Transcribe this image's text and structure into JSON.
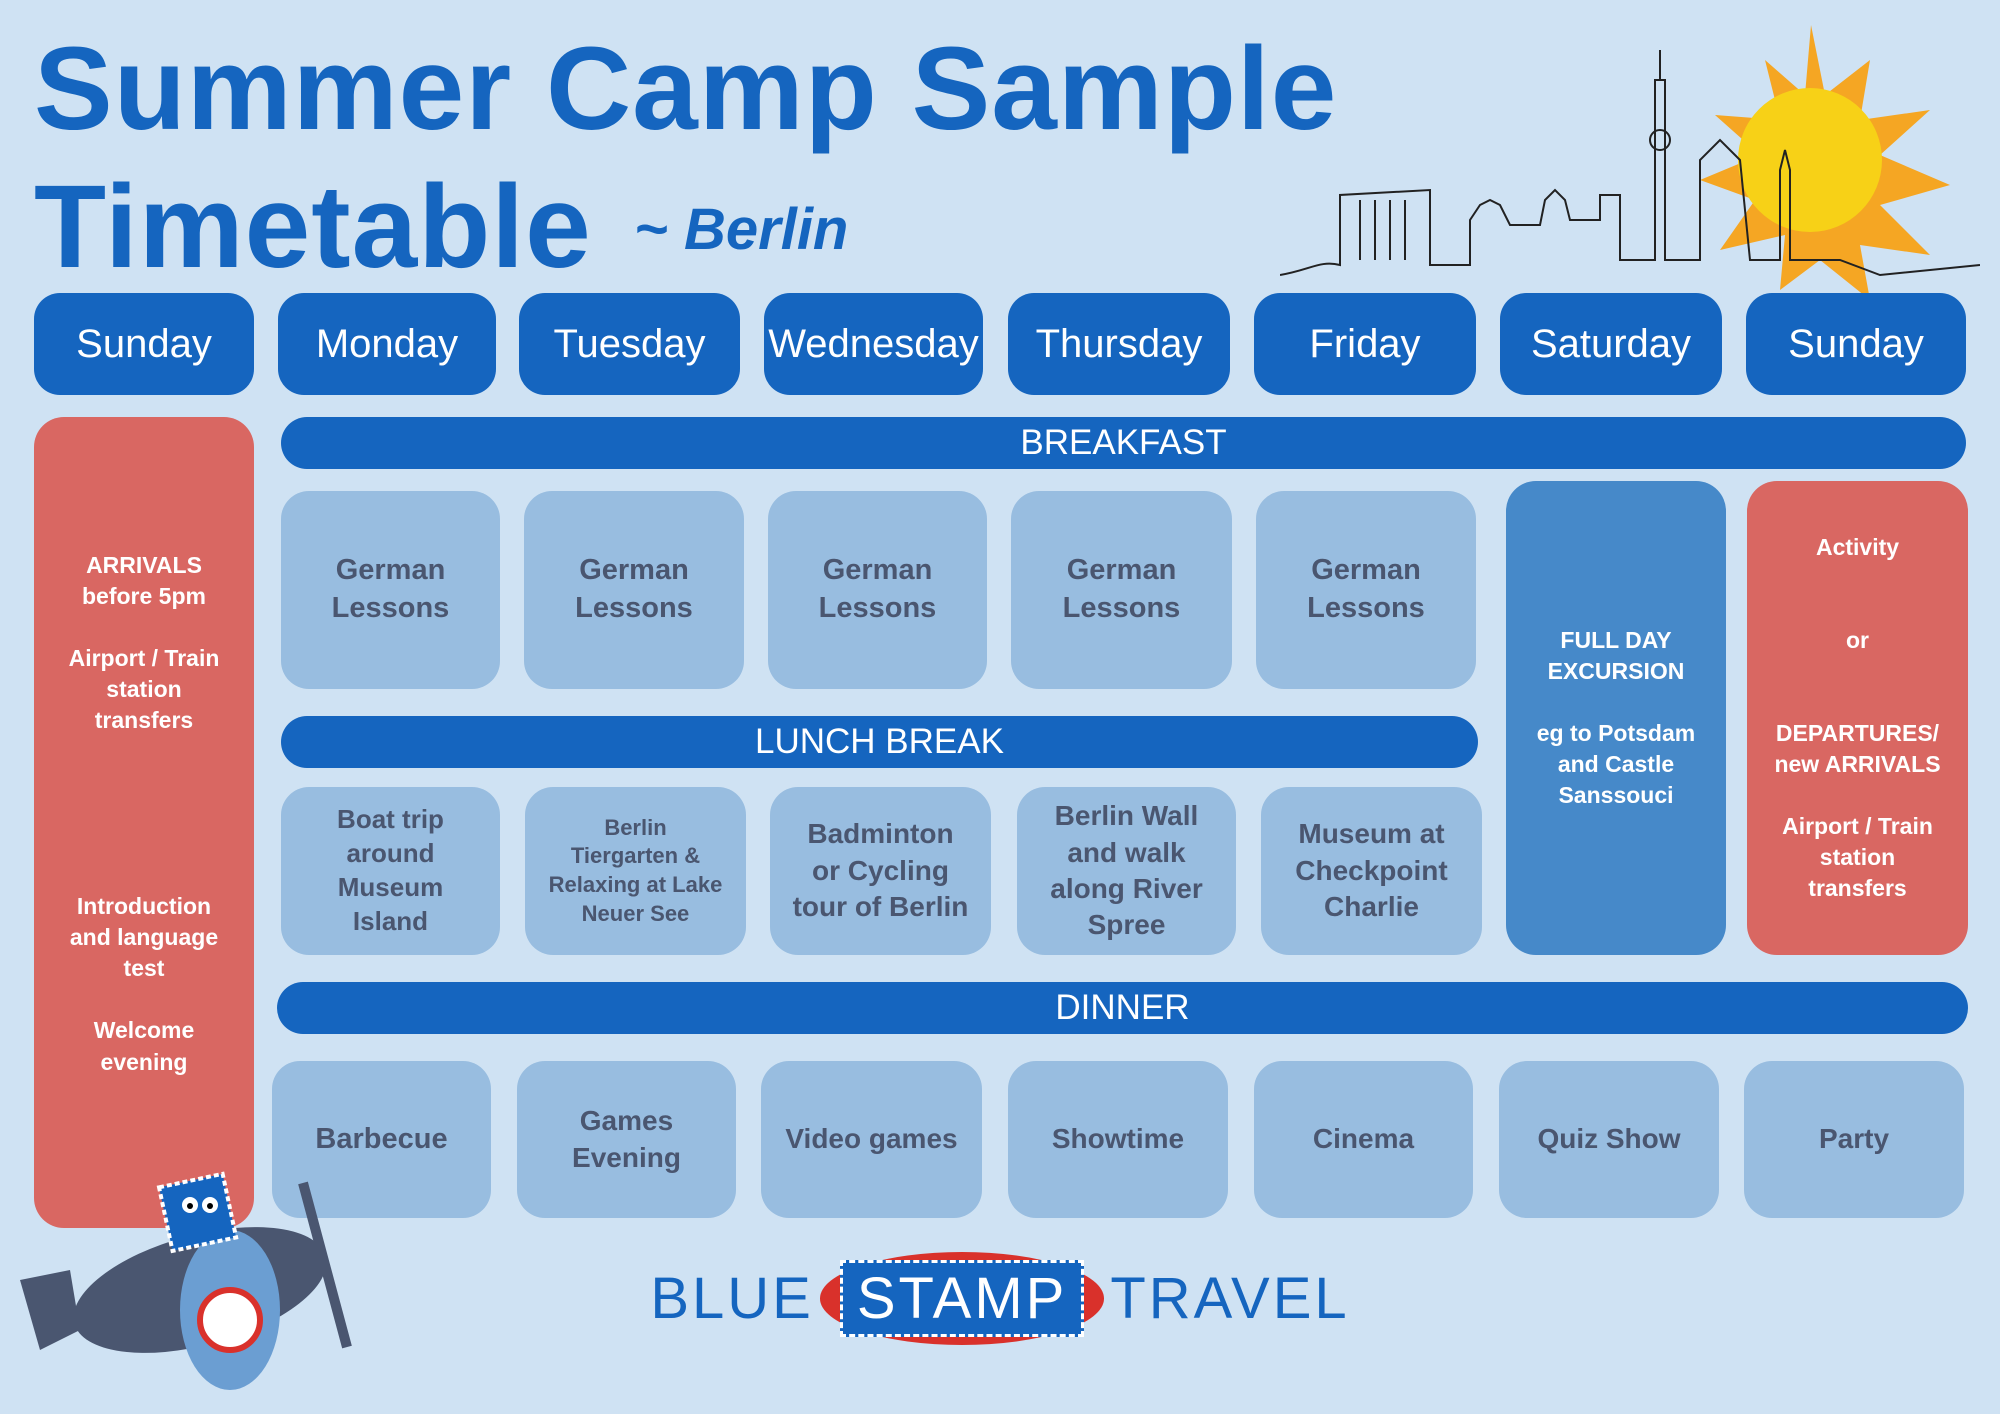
{
  "title_line1": "Summer Camp Sample",
  "title_line2": "Timetable",
  "subtitle": "~ Berlin",
  "days": [
    "Sunday",
    "Monday",
    "Tuesday",
    "Wednesday",
    "Thursday",
    "Friday",
    "Saturday",
    "Sunday"
  ],
  "bars": {
    "breakfast": "BREAKFAST",
    "lunch": "LUNCH BREAK",
    "dinner": "DINNER"
  },
  "arrival_column": {
    "top": "ARRIVALS\nbefore 5pm\n\nAirport / Train\nstation\ntransfers",
    "bottom": "Introduction\nand language\ntest\n\nWelcome\nevening"
  },
  "morning": [
    "German\nLessons",
    "German\nLessons",
    "German\nLessons",
    "German\nLessons",
    "German\nLessons"
  ],
  "afternoon": [
    "Boat trip\naround\nMuseum\nIsland",
    "Berlin\nTiergarten &\nRelaxing at Lake\nNeuer See",
    "Badminton\nor Cycling\ntour of Berlin",
    "Berlin Wall\nand walk\nalong River\nSpree",
    "Museum at\nCheckpoint\nCharlie"
  ],
  "saturday_excursion": "FULL DAY\nEXCURSION\n\neg to Potsdam\nand Castle\nSanssouci",
  "sunday_departure": "Activity\n\n\nor\n\n\nDEPARTURES/\nnew ARRIVALS\n\nAirport / Train\nstation\ntransfers",
  "evening": [
    "Barbecue",
    "Games\nEvening",
    "Video games",
    "Showtime",
    "Cinema",
    "Quiz Show",
    "Party"
  ],
  "logo": {
    "left": "BLUE",
    "center": "STAMP",
    "right": "TRAVEL"
  },
  "colors": {
    "background": "#cfe2f3",
    "primary": "#1565bf",
    "box": "#98bde0",
    "red": "#d96762",
    "excursion": "#4689c9"
  }
}
